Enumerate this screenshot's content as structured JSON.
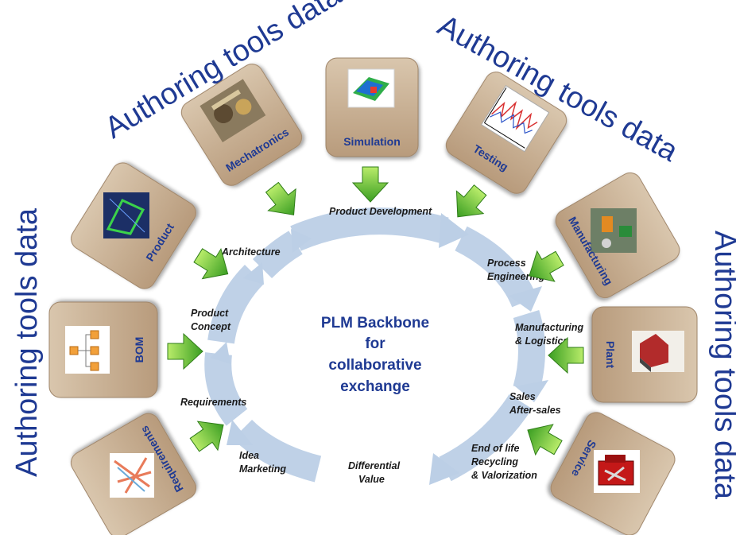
{
  "headings": {
    "top_left": "Authoring tools data",
    "top_right": "Authoring tools data",
    "left": "Authoring tools data",
    "right": "Authoring tools data"
  },
  "center": {
    "line1": "PLM Backbone",
    "line2": "for",
    "line3": "collaborative",
    "line4": "exchange"
  },
  "stages": {
    "product_development": "Product Development",
    "architecture": "Architecture",
    "product_concept_1": "Product",
    "product_concept_2": "Concept",
    "requirements": "Requirements",
    "idea_marketing_1": "Idea",
    "idea_marketing_2": "Marketing",
    "differential_value_1": "Differential",
    "differential_value_2": "Value",
    "process_engineering_1": "Process",
    "process_engineering_2": "Engineering",
    "manufacturing_logistics_1": "Manufacturing",
    "manufacturing_logistics_2": "& Logistics",
    "sales_aftersales_1": "Sales",
    "sales_aftersales_2": "After-sales",
    "end_of_life_1": "End of life",
    "end_of_life_2": "Recycling",
    "end_of_life_3": "& Valorization"
  },
  "tools": {
    "simulation": "Simulation",
    "mechatronics": "Mechatronics",
    "testing": "Testing",
    "product": "Product",
    "manufacturing": "Manufacturing",
    "bom": "BOM",
    "plant": "Plant",
    "requirements": "Requirements",
    "service": "Service"
  },
  "colors": {
    "heading": "#1f3a93",
    "box_fill": "#c9b29a",
    "cycle_arrow": "#bccfe6",
    "green_arrow": "#5fbf2e"
  }
}
